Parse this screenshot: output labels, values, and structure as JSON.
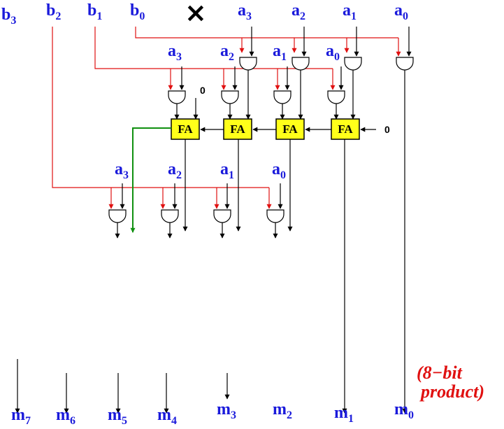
{
  "inputs": {
    "b_base": "b",
    "b_indices": [
      "3",
      "2",
      "1",
      "0"
    ],
    "a_base": "a",
    "a_indices": [
      "3",
      "2",
      "1",
      "0"
    ],
    "times_symbol": "×"
  },
  "partial_rows": [
    {
      "labels": [
        "3",
        "2",
        "1",
        "0"
      ]
    },
    {
      "labels": [
        "3",
        "2",
        "1",
        "0"
      ]
    }
  ],
  "adders": {
    "label": "FA",
    "count": 4,
    "carry_in": "0",
    "zero_input": "0"
  },
  "outputs": {
    "m_base": "m",
    "m_indices": [
      "7",
      "6",
      "5",
      "4",
      "3",
      "2",
      "1",
      "0"
    ]
  },
  "note": {
    "line1": "(8−bit",
    "line2": "product)"
  },
  "colors": {
    "label": "#1a1adb",
    "b_wire": "#e01010",
    "a_wire": "#000000",
    "carry_out": "#109010",
    "adder_fill": "#ffff1a",
    "note": "#e01010"
  },
  "icons": [
    "and-gate-icon",
    "full-adder-icon",
    "arrow-icon"
  ]
}
